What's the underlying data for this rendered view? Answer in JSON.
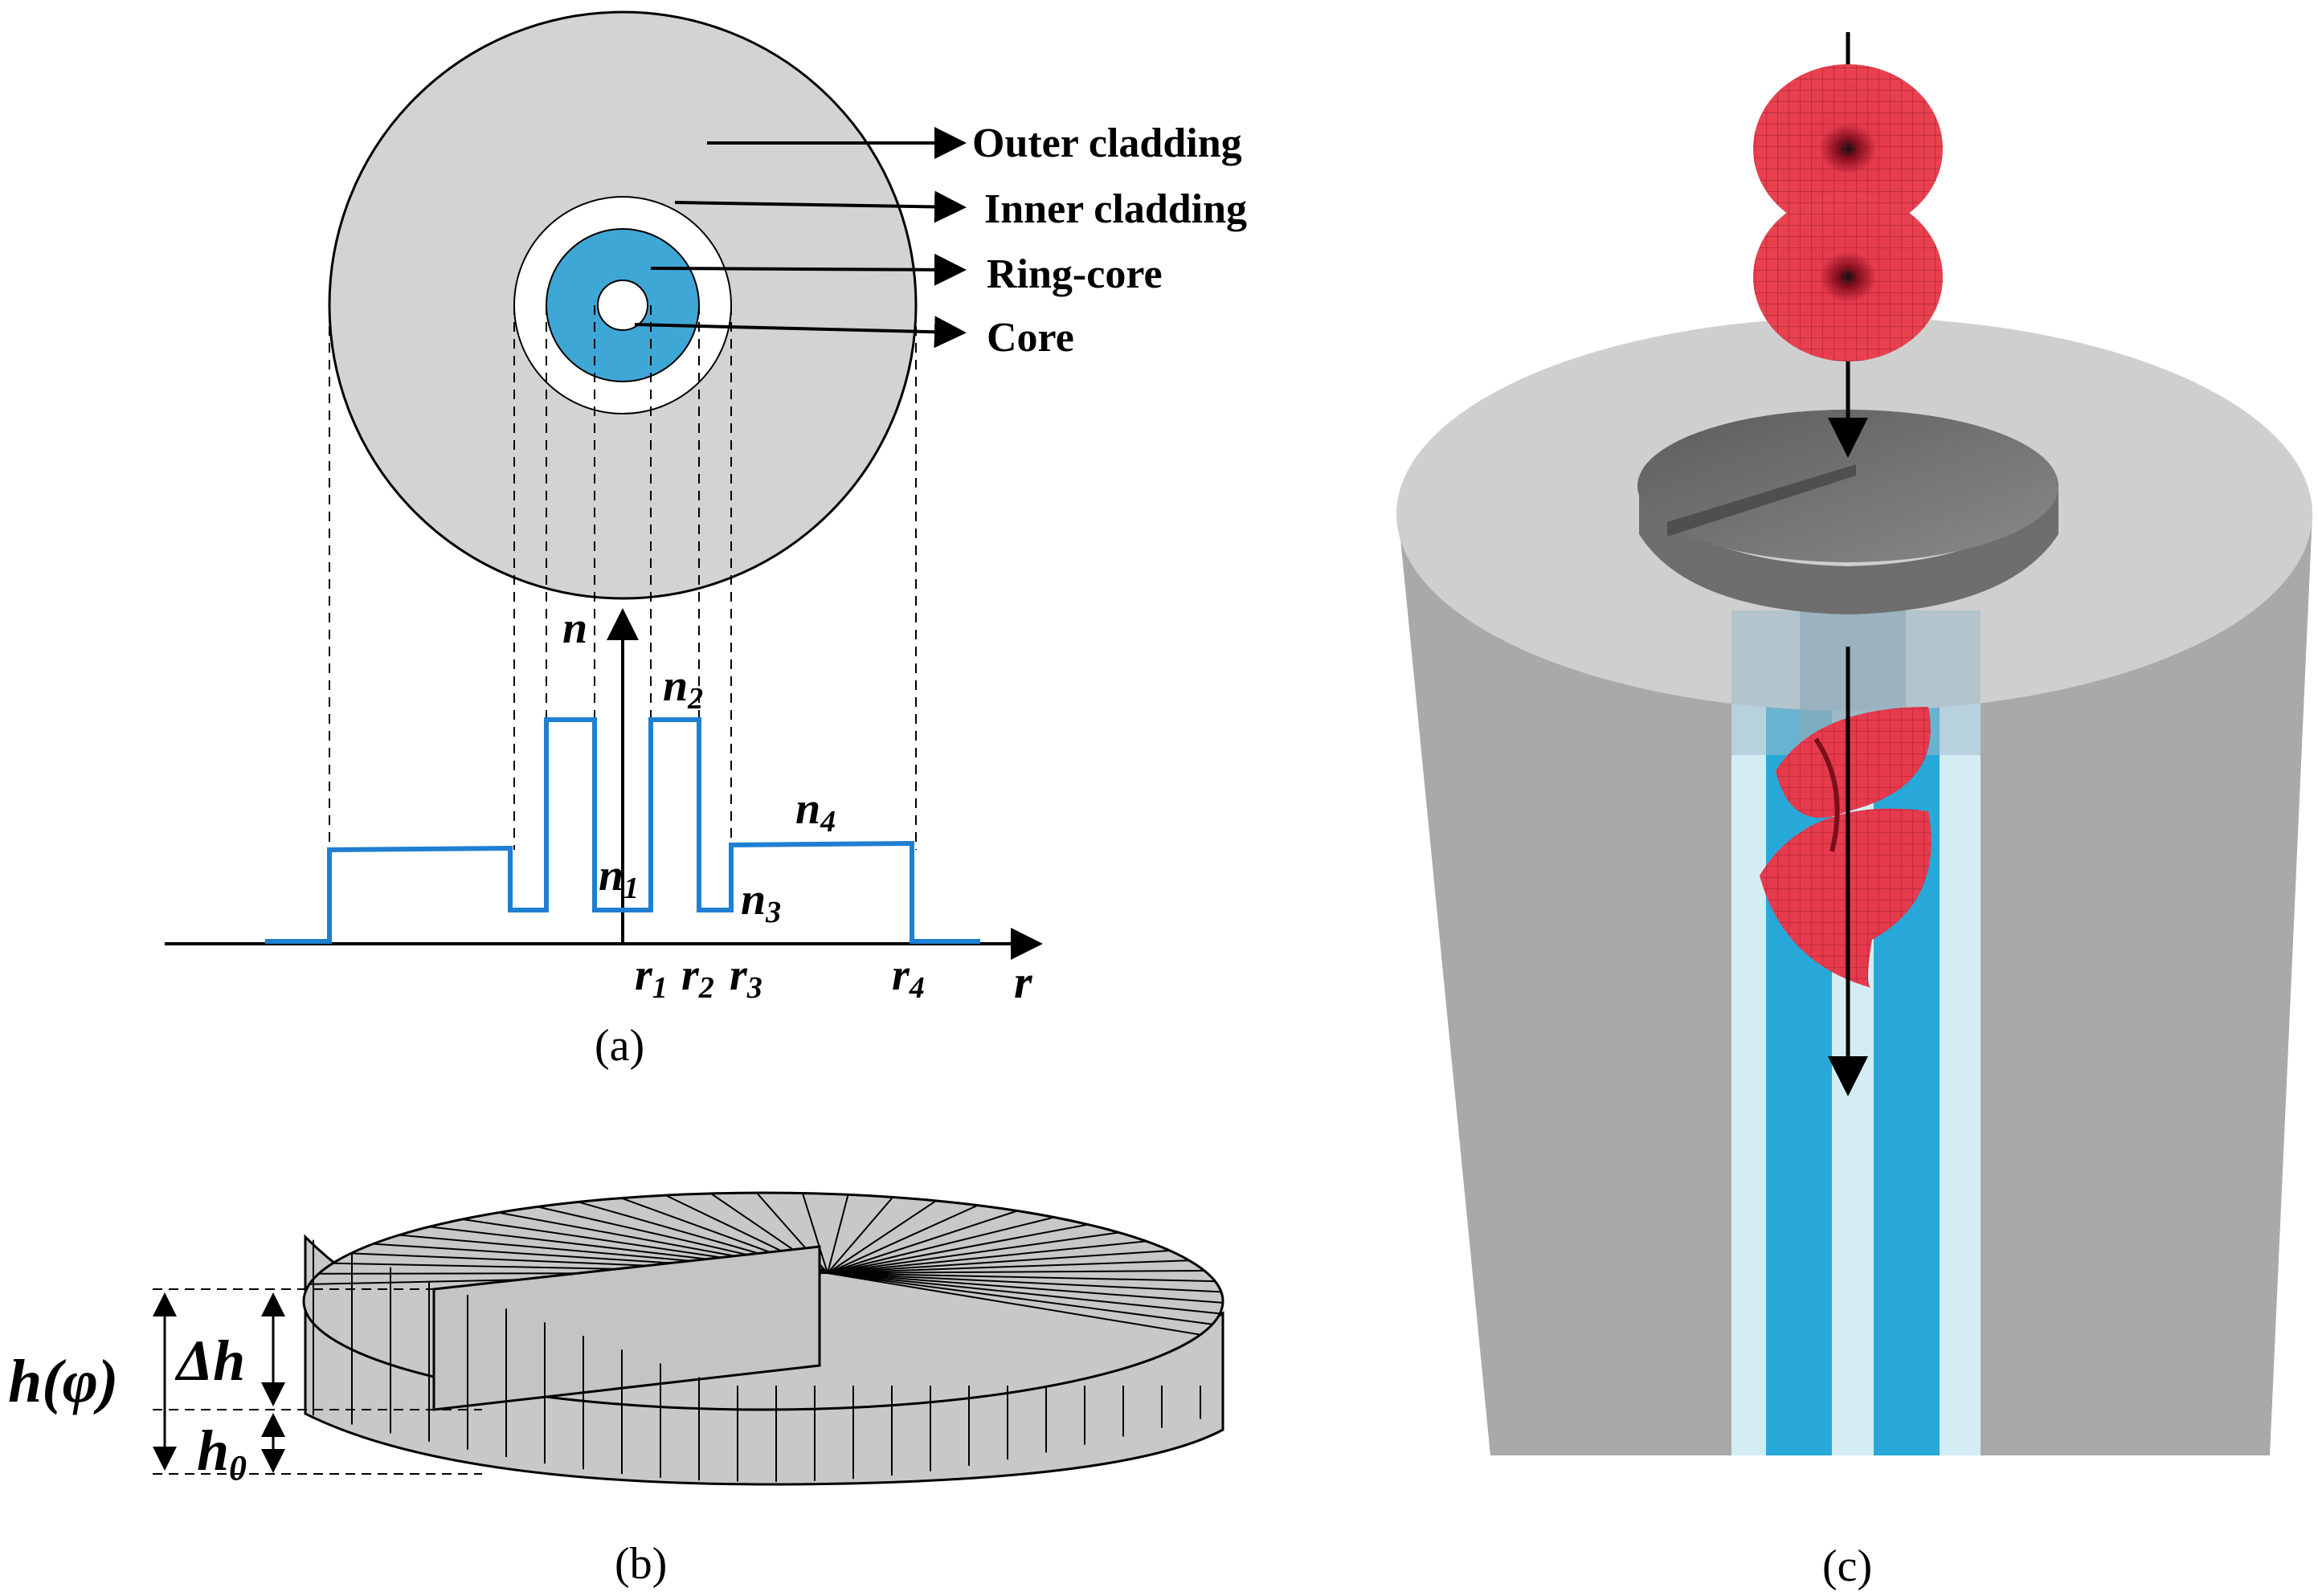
{
  "panel_a": {
    "caption": "(a)",
    "labels": {
      "outer_cladding": "Outer cladding",
      "inner_cladding": "Inner cladding",
      "ring_core": "Ring-core",
      "core": "Core"
    },
    "axis": {
      "y_label": "n",
      "x_label": "r"
    },
    "index_labels": {
      "n1": "n",
      "n1_sub": "1",
      "n2": "n",
      "n2_sub": "2",
      "n3": "n",
      "n3_sub": "3",
      "n4": "n",
      "n4_sub": "4"
    },
    "radius_labels": {
      "r1": "r",
      "r1_sub": "1",
      "r2": "r",
      "r2_sub": "2",
      "r3": "r",
      "r3_sub": "3",
      "r4": "r",
      "r4_sub": "4"
    },
    "colors": {
      "cladding": "#d3d3d3",
      "ring_core": "#3fa7d6",
      "profile": "#1f7fd1"
    }
  },
  "panel_b": {
    "caption": "(b)",
    "labels": {
      "h_phi": "h(φ)",
      "delta_h": "Δh",
      "h0": "h",
      "h0_sub": "0"
    },
    "colors": {
      "plate": "#c8c8c8"
    }
  },
  "panel_c": {
    "caption": "(c)",
    "colors": {
      "fiber_top": "#cfcfcf",
      "fiber_side": "#a9a9a9",
      "core_blue": "#27a8d8",
      "light_blue": "#d4edf5",
      "beam_red": "#e63a4d"
    }
  }
}
